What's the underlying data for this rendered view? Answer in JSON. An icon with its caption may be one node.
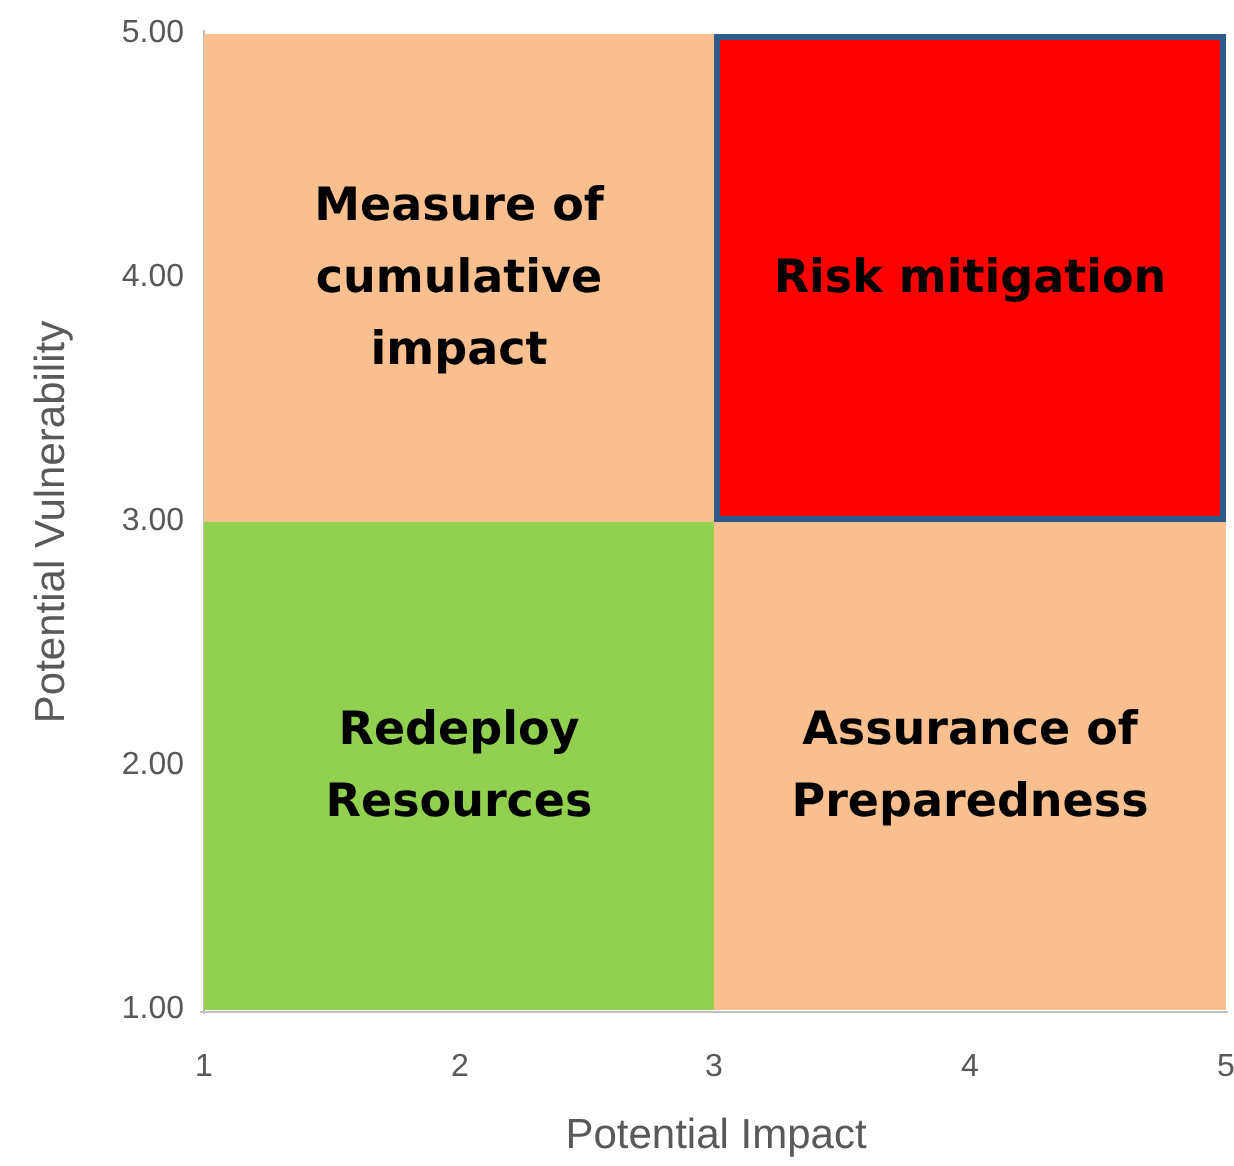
{
  "diagram": {
    "nodes": [
      {
        "text": [
          "Measure of cumulative impact"
        ]
      },
      {
        "text": [
          "Risk mitigation"
        ]
      },
      {
        "text": [
          "Redeploy Resources"
        ]
      },
      {
        "text": [
          "Assurance of Preparedness"
        ]
      }
    ],
    "labels": [
      "5.00",
      "4.00",
      "3.00",
      "2.00",
      "1.00",
      "1",
      "2",
      "3",
      "4",
      "5",
      "Potential Vulnerability",
      "Potential Impact"
    ]
  }
}
